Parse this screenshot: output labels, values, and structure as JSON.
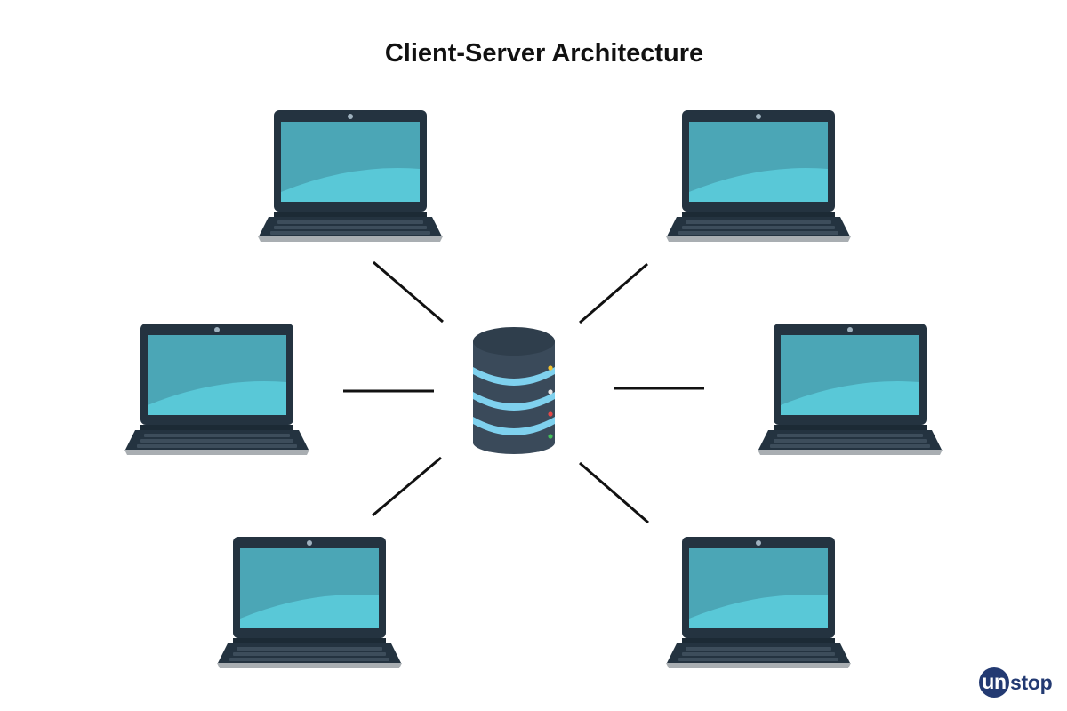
{
  "title": "Client-Server Architecture",
  "server": {
    "icon": "database-server-icon",
    "leds": [
      "#f2c230",
      "#e8e8e8",
      "#e54848",
      "#43c05a"
    ]
  },
  "clients": [
    {
      "id": "client-top-left",
      "icon": "laptop-icon"
    },
    {
      "id": "client-top-right",
      "icon": "laptop-icon"
    },
    {
      "id": "client-middle-left",
      "icon": "laptop-icon"
    },
    {
      "id": "client-middle-right",
      "icon": "laptop-icon"
    },
    {
      "id": "client-bottom-left",
      "icon": "laptop-icon"
    },
    {
      "id": "client-bottom-right",
      "icon": "laptop-icon"
    }
  ],
  "colors": {
    "screen_dark": "#4ba6b6",
    "screen_light": "#59c8d7",
    "bezel": "#243340",
    "keyboard": "#3d4d5b",
    "base": "#a9aeb2",
    "server_body": "#3a4a5a",
    "server_ring": "#7fd1ee",
    "connector": "#111111"
  },
  "logo": {
    "lead": "un",
    "rest": "stop"
  }
}
